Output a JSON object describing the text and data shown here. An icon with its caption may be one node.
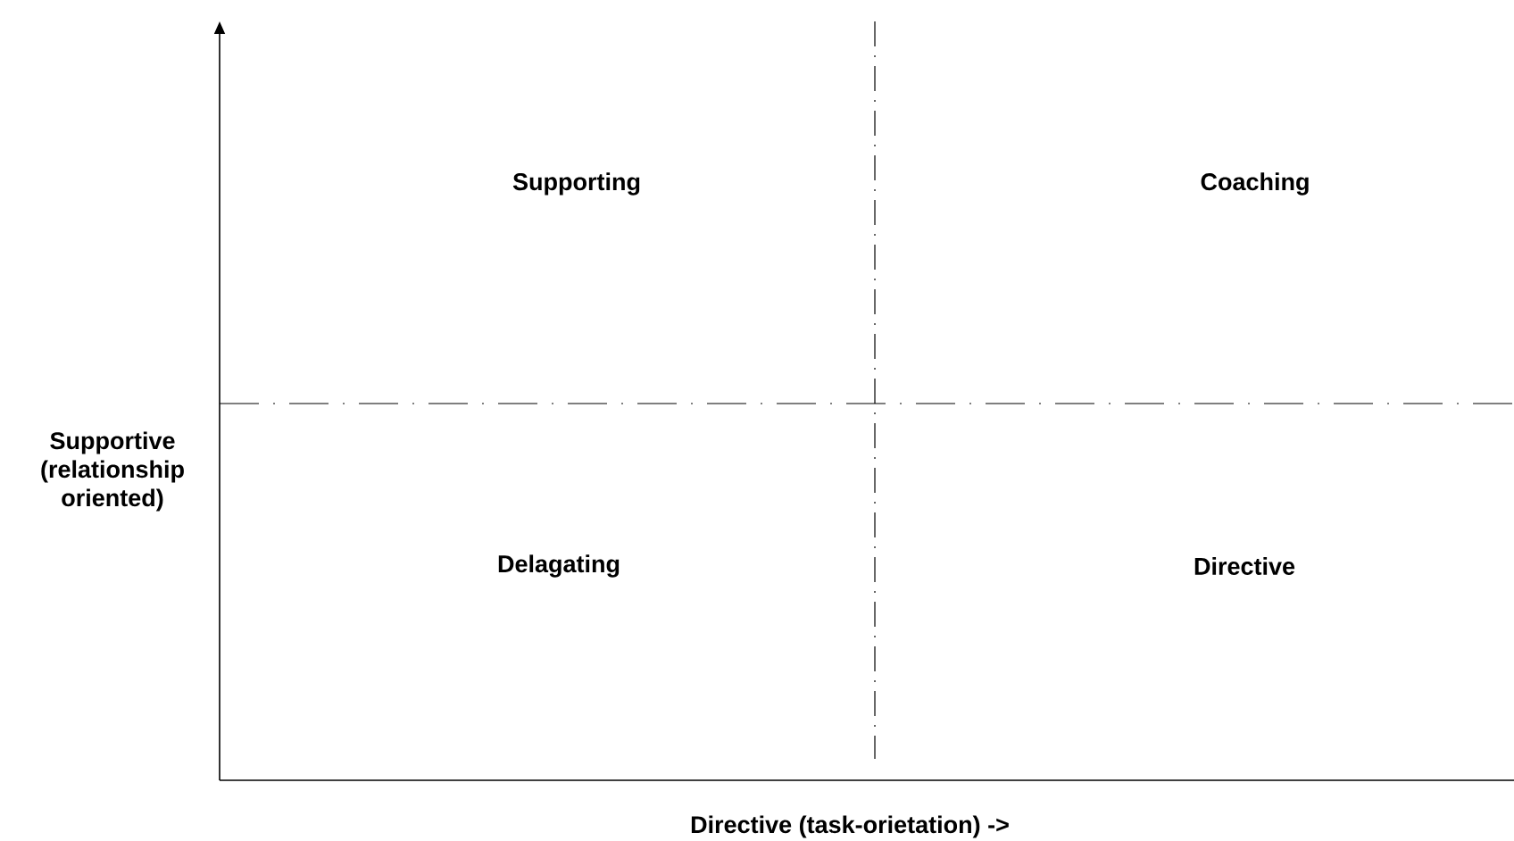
{
  "diagram": {
    "labels": [
      "Supporting",
      "Coaching",
      "Supportive (relationship oriented)",
      "Delagating",
      "Directive",
      "Directive (task-orietation) ->"
    ]
  }
}
